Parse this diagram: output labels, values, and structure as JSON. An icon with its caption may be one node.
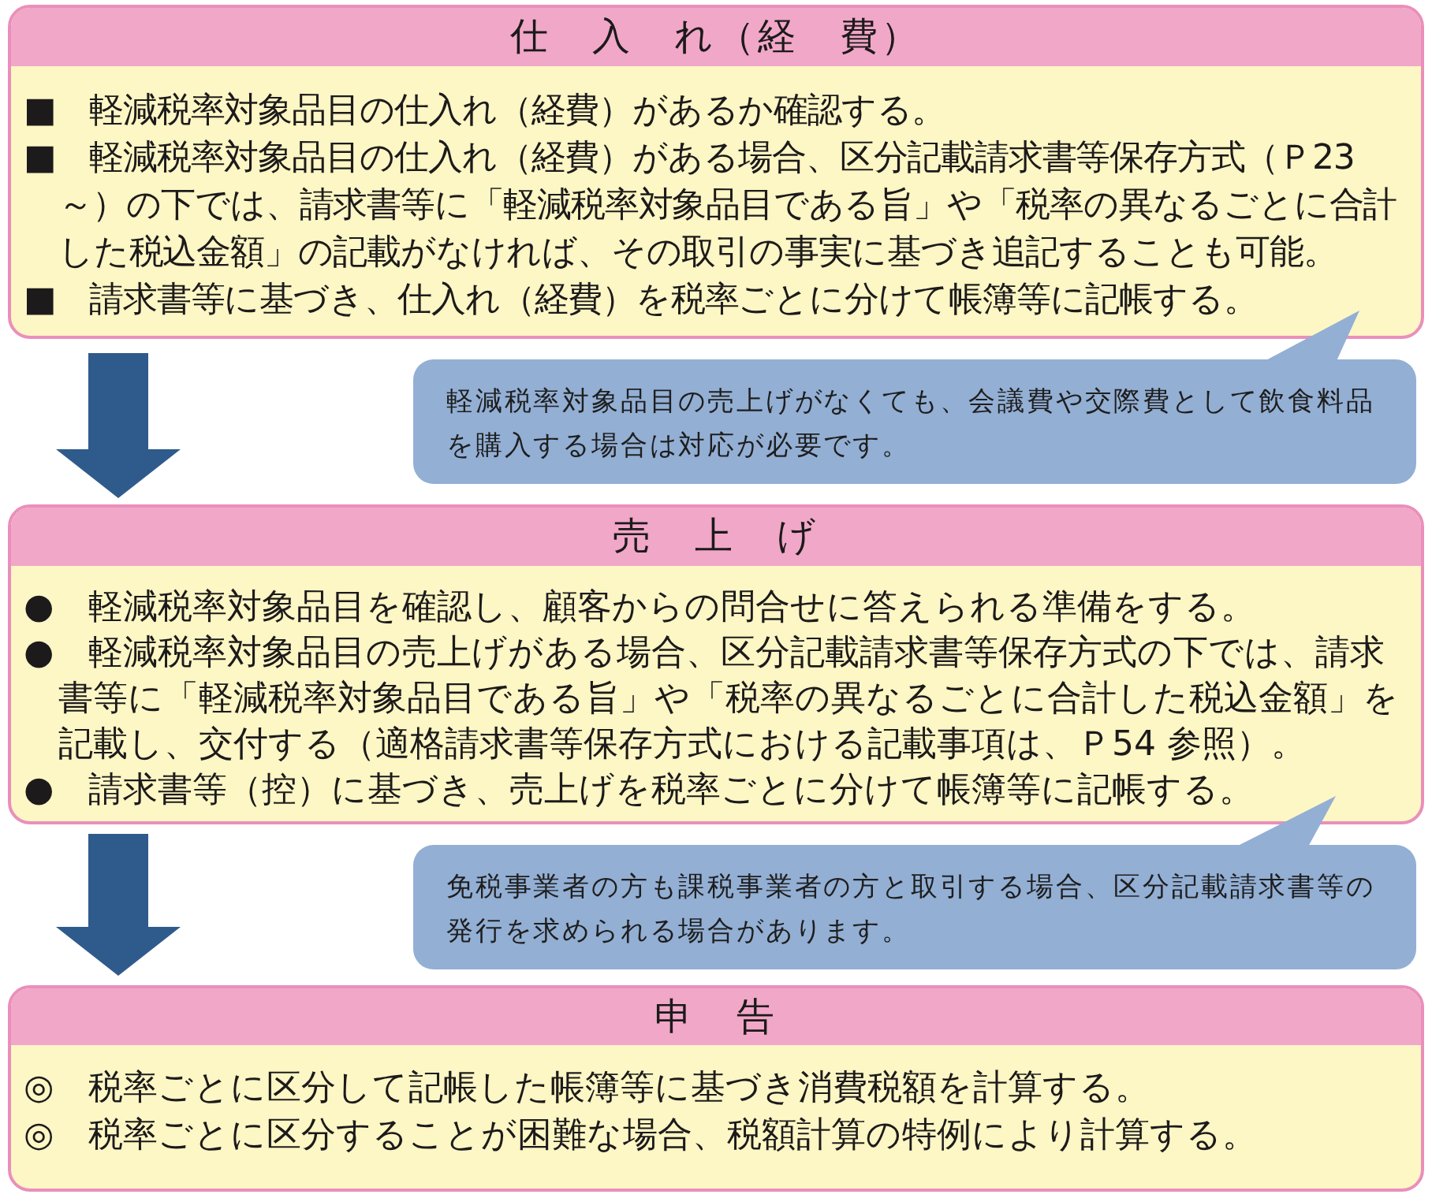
{
  "diagram": {
    "nodes": [
      {
        "text": [
          "仕　入　れ（経　費）",
          "■　軽減税率対象品目の仕入れ（経費）があるか確認する。",
          "■　軽減税率対象品目の仕入れ（経費）がある場合、区分記載請求書等保存方式（Ｐ23～）の下では、請求書等に「軽減税率対象品目である旨」や「税率の異なるごとに合計した税込金額」の記載がなければ、その取引の事実に基づき追記することも可能。",
          "■　請求書等に基づき、仕入れ（経費）を税率ごとに分けて帳簿等に記帳する。"
        ]
      },
      {
        "text": [
          "軽減税率対象品目の売上げがなくても、会議費や交際費として飲食料品を購入する場合は対応が必要です。"
        ]
      },
      {
        "text": [
          "売　上　げ",
          "●　軽減税率対象品目を確認し、顧客からの問合せに答えられる準備をする。",
          "●　軽減税率対象品目の売上げがある場合、区分記載請求書等保存方式の下では、請求書等に「軽減税率対象品目である旨」や「税率の異なるごとに合計した税込金額」を記載し、交付する（適格請求書等保存方式における記載事項は、Ｐ54 参照）。",
          "●　請求書等（控）に基づき、売上げを税率ごとに分けて帳簿等に記帳する。"
        ]
      },
      {
        "text": [
          "免税事業者の方も課税事業者の方と取引する場合、区分記載請求書等の発行を求められる場合があります。"
        ]
      },
      {
        "text": [
          "申　告",
          "◎　税率ごとに区分して記帳した帳簿等に基づき消費税額を計算する。",
          "◎　税率ごとに区分することが困難な場合、税額計算の特例により計算する。"
        ]
      }
    ],
    "edges": [
      {
        "from": 0,
        "to": 2,
        "arrow": "to"
      },
      {
        "from": 2,
        "to": 4,
        "arrow": "to"
      }
    ]
  }
}
